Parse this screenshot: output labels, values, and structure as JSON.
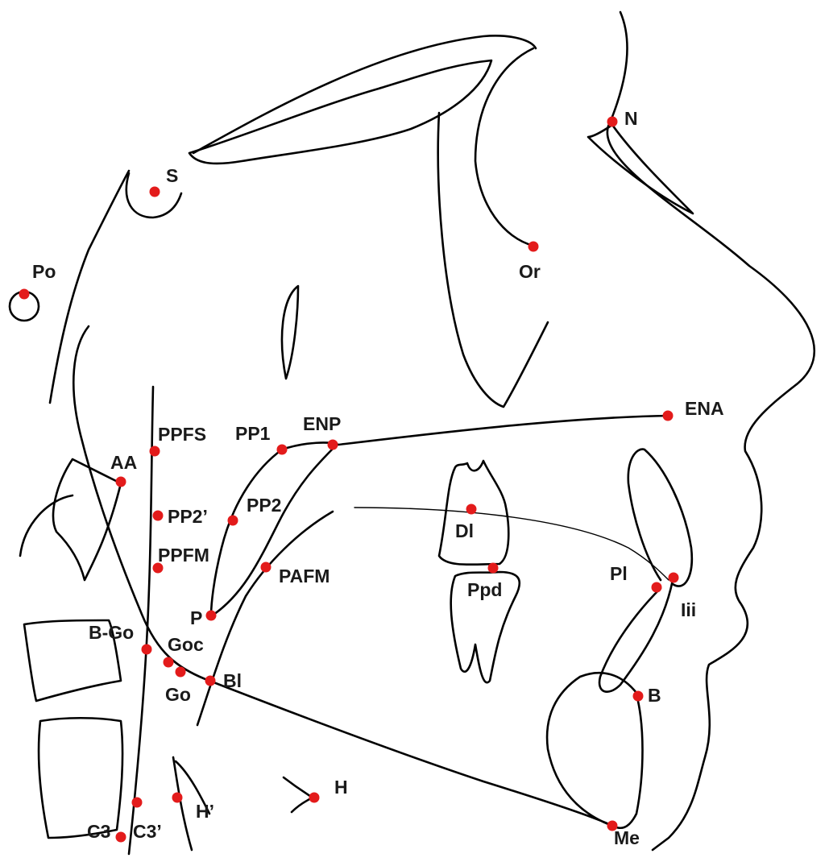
{
  "colors": {
    "landmark": "#e31b1b",
    "line": "#000000",
    "label": "#1a1a1a"
  },
  "landmarks": {
    "S": {
      "label": "S"
    },
    "N": {
      "label": "N"
    },
    "Po": {
      "label": "Po"
    },
    "Or": {
      "label": "Or"
    },
    "ENA": {
      "label": "ENA"
    },
    "ENP": {
      "label": "ENP"
    },
    "PP1": {
      "label": "PP1"
    },
    "PPFS": {
      "label": "PPFS"
    },
    "AA": {
      "label": "AA"
    },
    "PP2p": {
      "label": "PP2’"
    },
    "PP2": {
      "label": "PP2"
    },
    "PPFM": {
      "label": "PPFM"
    },
    "PAFM": {
      "label": "PAFM"
    },
    "P": {
      "label": "P"
    },
    "BGo": {
      "label": "B-Go"
    },
    "Goc": {
      "label": "Goc"
    },
    "Go": {
      "label": "Go"
    },
    "Bl": {
      "label": "Bl"
    },
    "Dl": {
      "label": "Dl"
    },
    "Ppd": {
      "label": "Ppd"
    },
    "Pl": {
      "label": "Pl"
    },
    "Iii": {
      "label": "Iii"
    },
    "B": {
      "label": "B"
    },
    "Me": {
      "label": "Me"
    },
    "H": {
      "label": "H"
    },
    "Hp": {
      "label": "H’"
    },
    "C3": {
      "label": "C3"
    },
    "C3p": {
      "label": "C3’"
    }
  }
}
